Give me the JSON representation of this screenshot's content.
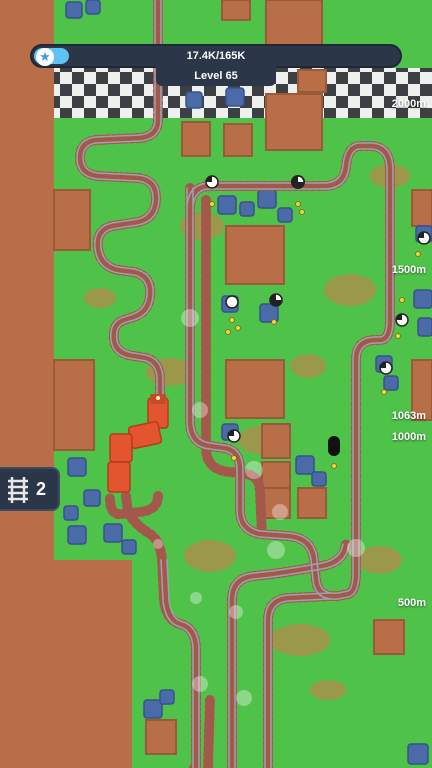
{
  "hud": {
    "progress_text": "17.4K/165K",
    "progress_fraction": 0.105,
    "level_label": "Level 65",
    "star_icon": "star-icon"
  },
  "distance_markers": [
    "2000m",
    "1500m",
    "1063m",
    "1000m",
    "500m"
  ],
  "rail_counter": {
    "icon": "rail-track-icon",
    "count": "2"
  },
  "colors": {
    "grass": "#4fc24a",
    "dirt": "#b86e46",
    "track_tie": "#a4584c",
    "track_rail": "#9aa4b0",
    "train": "#e2552f",
    "rock": "#4b6aa8",
    "hud_bg": "#2b3648",
    "progress_fill": "#5ec3f2"
  }
}
